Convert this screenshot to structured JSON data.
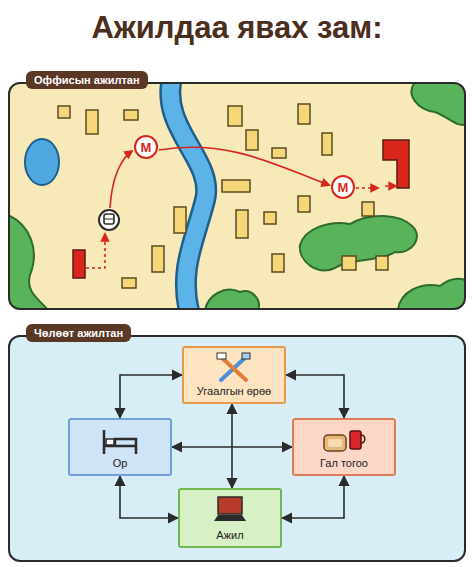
{
  "diagram": {
    "title": "Ажилдаа явах зам:",
    "nodes": [
      {
        "text": [
          "Оффисын ажилтан"
        ]
      },
      {
        "text": [
          "Чөлөөт ажилтан"
        ]
      },
      {
        "text": [
          "Угаалгын өрөө"
        ],
        "in": 1
      },
      {
        "text": [
          "Ор"
        ],
        "in": 1
      },
      {
        "text": [
          "Гал тогоо"
        ],
        "in": 1
      },
      {
        "text": [
          "Ажил"
        ],
        "in": 1
      }
    ],
    "edges": [
      {
        "from": 2,
        "to": 3,
        "arrow": "both"
      },
      {
        "from": 2,
        "to": 4,
        "arrow": "both"
      },
      {
        "from": 3,
        "to": 5,
        "arrow": "both"
      },
      {
        "from": 4,
        "to": 5,
        "arrow": "both"
      },
      {
        "from": 3,
        "to": 4,
        "arrow": "both"
      },
      {
        "from": 2,
        "to": 5,
        "arrow": "both"
      }
    ],
    "labels": [
      "M",
      "M"
    ]
  }
}
